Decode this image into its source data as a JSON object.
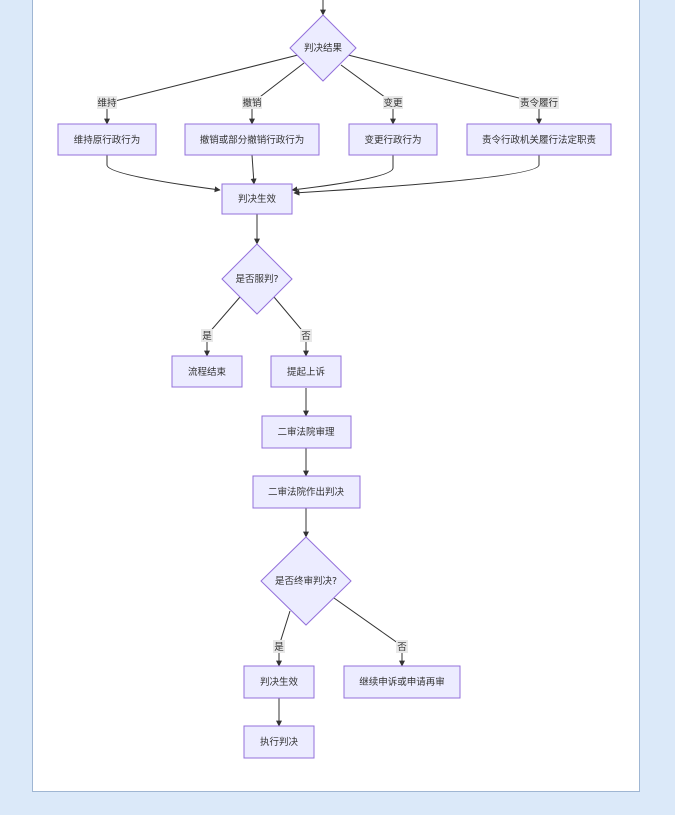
{
  "diagram": {
    "nodes": {
      "judgment_result": "判决结果",
      "uphold": "维持原行政行为",
      "revoke": "撤销或部分撤销行政行为",
      "modify": "变更行政行为",
      "order_perform": "责令行政机关履行法定职责",
      "judgment_effective_1": "判决生效",
      "accept_judgment": "是否服判?",
      "process_end": "流程结束",
      "file_appeal": "提起上诉",
      "second_trial": "二审法院审理",
      "second_judgment": "二审法院作出判决",
      "final_judgment": "是否终审判决?",
      "judgment_effective_2": "判决生效",
      "continue_appeal": "继续申诉或申请再审",
      "execute_judgment": "执行判决"
    },
    "edge_labels": {
      "uphold": "维持",
      "revoke": "撤销",
      "modify": "变更",
      "order_perform": "责令履行",
      "yes_1": "是",
      "no_1": "否",
      "yes_2": "是",
      "no_2": "否"
    },
    "colors": {
      "node_fill": "#ececff",
      "node_stroke": "#9370db",
      "edge": "#333333",
      "label_bg": "#e8e8e8",
      "page_bg": "#dbe9f9"
    }
  }
}
